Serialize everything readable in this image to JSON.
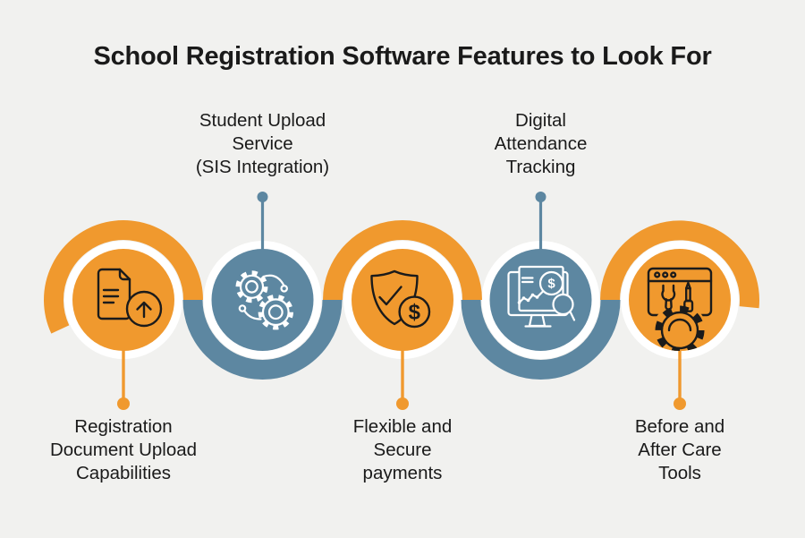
{
  "title": "School Registration Software Features to Look For",
  "colors": {
    "orange": "#F0992E",
    "blue": "#5D87A1",
    "background": "#F1F1EF",
    "ink": "#1A1A1A",
    "halo": "#FFFFFF"
  },
  "coin_symbol": "$",
  "features": [
    {
      "id": "registration-document-upload",
      "accent": "orange",
      "label_position": "below",
      "icon": "document-upload-icon",
      "lines": [
        "Registration",
        "Document Upload",
        "Capabilities"
      ]
    },
    {
      "id": "student-upload-service",
      "accent": "blue",
      "label_position": "above",
      "icon": "integration-gears-icon",
      "lines": [
        "Student Upload",
        "Service",
        "(SIS Integration)"
      ]
    },
    {
      "id": "flexible-secure-payments",
      "accent": "orange",
      "label_position": "below",
      "icon": "secure-payment-shield-icon",
      "lines": [
        "Flexible and",
        "Secure",
        "payments"
      ]
    },
    {
      "id": "digital-attendance-tracking",
      "accent": "blue",
      "label_position": "above",
      "icon": "attendance-analytics-monitor-icon",
      "lines": [
        "Digital",
        "Attendance",
        "Tracking"
      ]
    },
    {
      "id": "before-after-care-tools",
      "accent": "orange",
      "label_position": "below",
      "icon": "care-tools-browser-icon",
      "lines": [
        "Before and",
        "After Care",
        "Tools"
      ]
    }
  ]
}
